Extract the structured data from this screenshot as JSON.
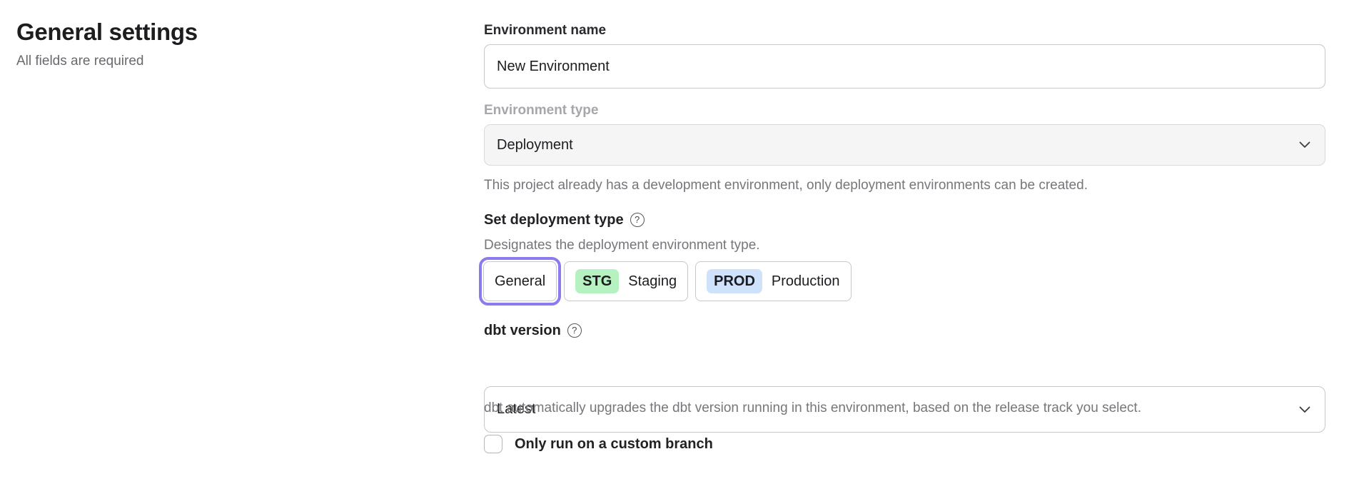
{
  "page": {
    "title": "General settings",
    "subtitle": "All fields are required"
  },
  "form": {
    "environment_name": {
      "label": "Environment name",
      "value": "New Environment"
    },
    "environment_type": {
      "label": "Environment type",
      "value": "Deployment",
      "disabled": true,
      "helper": "This project already has a development environment, only deployment environments can be created."
    },
    "deployment_type": {
      "label": "Set deployment type",
      "description": "Designates the deployment environment type.",
      "options": [
        {
          "label": "General",
          "selected": true
        },
        {
          "badge": "STG",
          "label": "Staging",
          "selected": false
        },
        {
          "badge": "PROD",
          "label": "Production",
          "selected": false
        }
      ]
    },
    "dbt_version": {
      "label": "dbt version",
      "value": "Latest",
      "helper": "dbt automatically upgrades the dbt version running in this environment, based on the release track you select."
    },
    "custom_branch": {
      "label": "Only run on a custom branch",
      "checked": false
    }
  },
  "icons": {
    "help": "?",
    "chevron": "chevron-down"
  },
  "colors": {
    "accent_selected_ring": "#8b7ced",
    "staging_badge": "#b6f2c1",
    "production_badge": "#cfe2fb",
    "disabled_field_bg": "#f5f5f6",
    "border": "#c7c7cb",
    "helper_text": "#76767b"
  }
}
